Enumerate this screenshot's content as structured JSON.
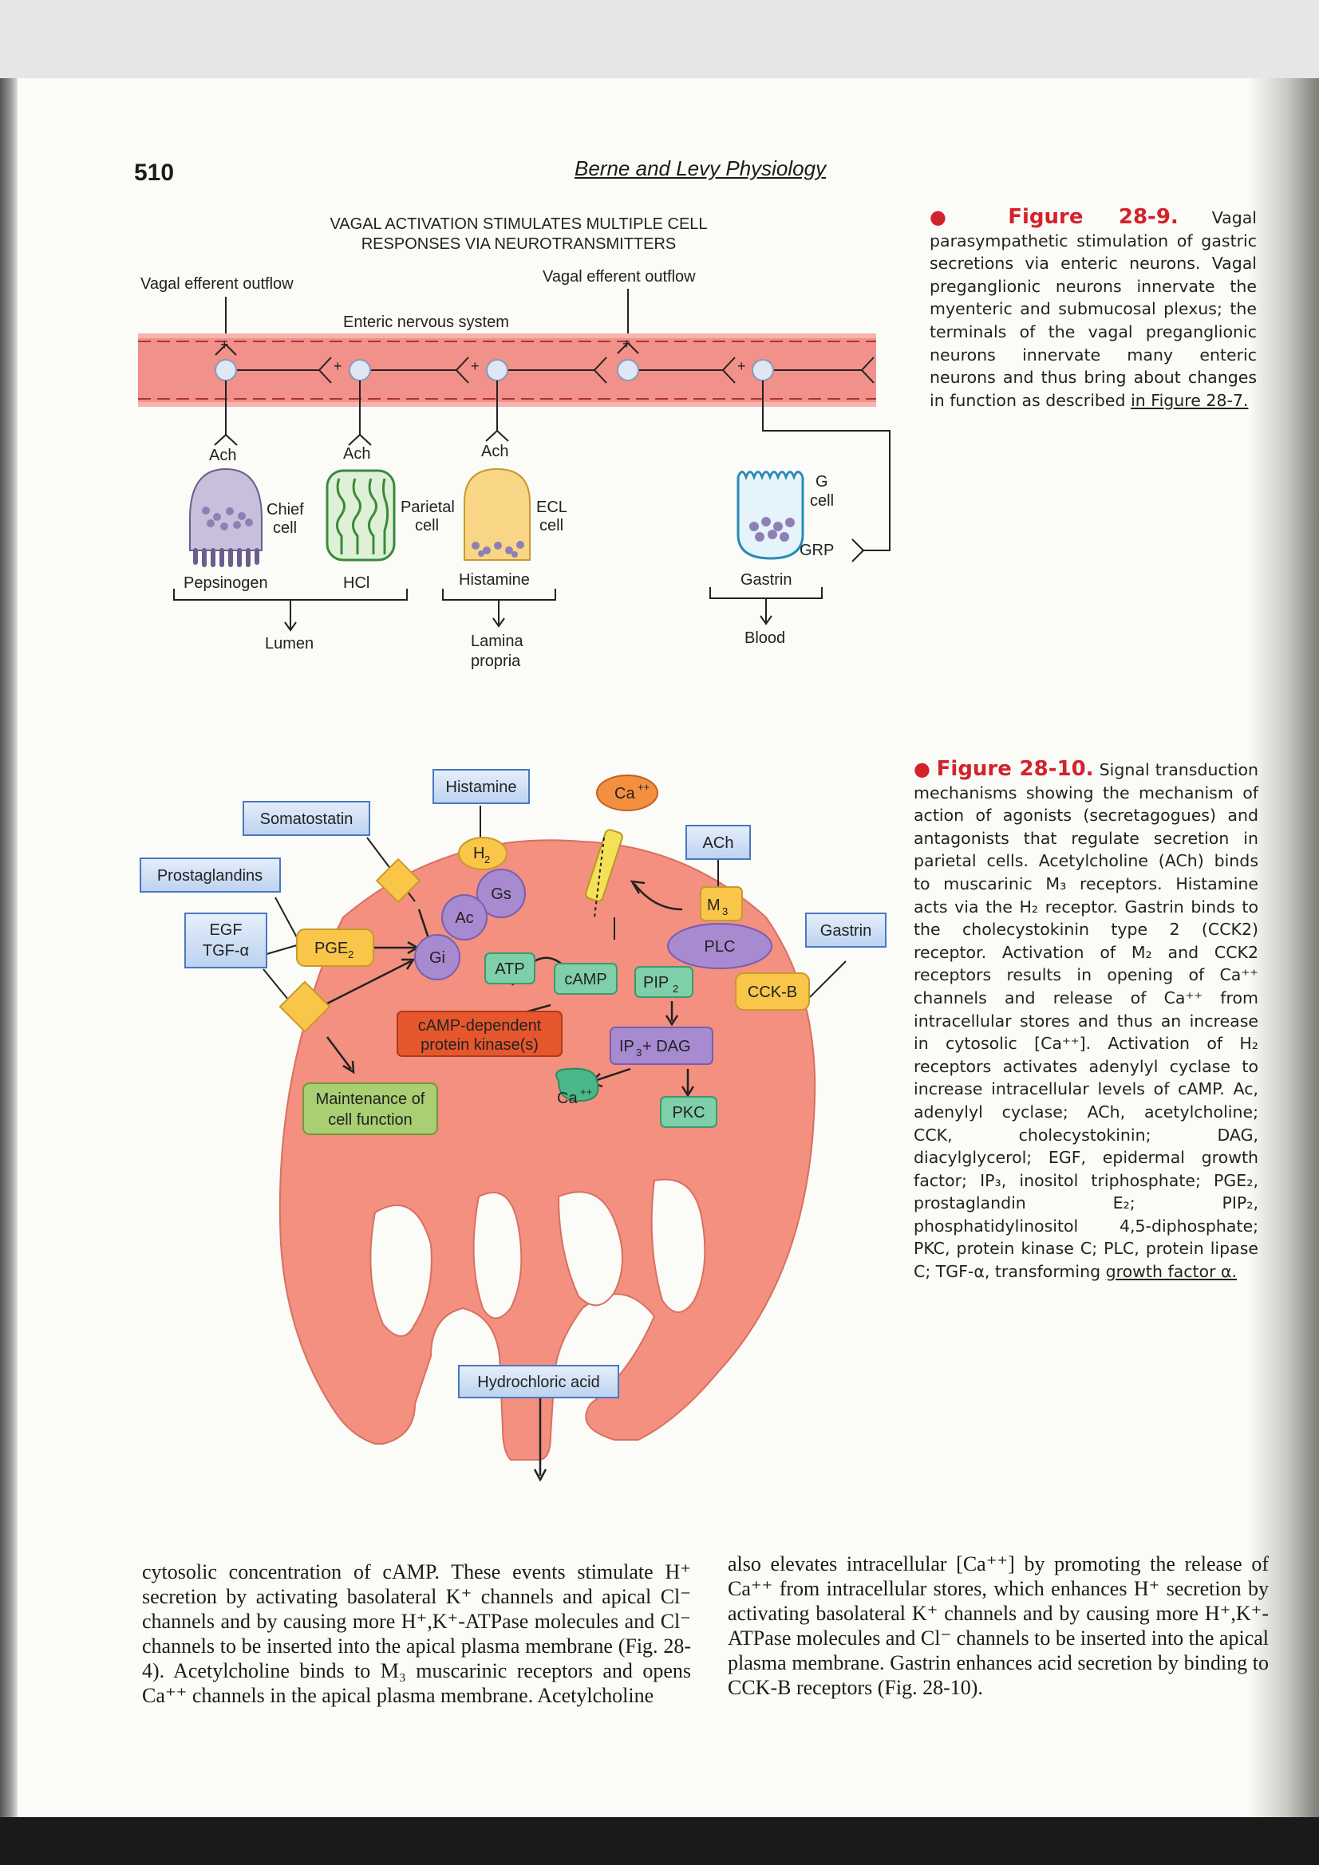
{
  "page": {
    "number": "510",
    "running_head": "Berne and Levy Physiology"
  },
  "figure_9": {
    "title_line1": "VAGAL ACTIVATION STIMULATES MULTIPLE CELL",
    "title_line2": "RESPONSES VIA NEUROTRANSMITTERS",
    "vagal_left": "Vagal efferent outflow",
    "vagal_right": "Vagal efferent outflow",
    "enteric": "Enteric nervous system",
    "ach": "Ach",
    "chief": "Chief",
    "parietal": "Parietal",
    "ecl": "ECL",
    "cell": "cell",
    "g": "G",
    "grp": "GRP",
    "pepsinogen": "Pepsinogen",
    "hcl": "HCl",
    "histamine": "Histamine",
    "gastrin": "Gastrin",
    "lumen": "Lumen",
    "lamina": "Lamina",
    "propria": "propria",
    "blood": "Blood",
    "plus": "+",
    "caption_label": "Figure 28-9.",
    "caption_text": "Vagal parasympathetic stimulation of gastric secretions via enteric neurons. Vagal preganglionic neurons innervate the myenteric and submucosal plexus; the terminals of the vagal preganglionic neurons innervate many enteric neurons and thus bring about changes in function as described",
    "caption_link": "in Figure 28-7."
  },
  "figure_10": {
    "histamine": "Histamine",
    "somatostatin": "Somatostatin",
    "prostaglandins": "Prostaglandins",
    "egf": "EGF",
    "tgf": "TGF-α",
    "ca": "Ca",
    "plusplus": "++",
    "ach": "ACh",
    "gastrin": "Gastrin",
    "h": "H",
    "two": "2",
    "three": "3",
    "m": "M",
    "gs": "Gs",
    "ac": "Ac",
    "gi": "Gi",
    "pge": "PGE",
    "atp": "ATP",
    "camp": "cAMP",
    "pip": "PIP",
    "plc": "PLC",
    "cckb": "CCK-B",
    "kinase_1": "cAMP-dependent",
    "kinase_2": "protein kinase(s)",
    "ip": "IP",
    "dag": " + DAG",
    "pkc": "PKC",
    "maint_1": "Maintenance of",
    "maint_2": "cell function",
    "hcl": "Hydrochloric acid",
    "caption_label": "Figure 28-10.",
    "caption_text": "Signal transduction mechanisms showing the mechanism of action of agonists (secretagogues) and antagonists that regulate secretion in parietal cells. Acetylcholine (ACh) binds to muscarinic M₃ receptors. Histamine acts via the H₂ receptor. Gastrin binds to the cholecystokinin type 2 (CCK2) receptor. Activation of M₂ and CCK2 receptors results in opening of Ca⁺⁺ channels and release of Ca⁺⁺ from intracellular stores and thus an increase in cytosolic [Ca⁺⁺]. Activation of H₂ receptors activates adenylyl cyclase to increase intracellular levels of cAMP. Ac, adenylyl cyclase; ACh, acetylcholine; CCK, cholecystokinin; DAG, diacylglycerol; EGF, epidermal growth factor; IP₃, inositol triphosphate; PGE₂, prostaglandin E₂; PIP₂, phosphatidylinositol 4,5-diphosphate; PKC, protein kinase C; PLC, protein lipase C; TGF-α, transforming",
    "caption_link": "growth factor α."
  },
  "body_text": {
    "left": "cytosolic concentration of cAMP. These events stimulate H⁺ secretion by activating basolateral K⁺ channels and apical Cl⁻ channels and by causing more H⁺,K⁺-ATPase molecules and Cl⁻ channels to be inserted into the apical plasma membrane (Fig. 28-4). Acetylcholine binds to M₃ muscarinic receptors and opens Ca⁺⁺ channels in the apical plasma membrane. Acetylcholine",
    "right": "also elevates intracellular [Ca⁺⁺] by promoting the release of Ca⁺⁺ from intracellular stores, which enhances H⁺ secretion by activating basolateral K⁺ channels and by causing more H⁺,K⁺-ATPase molecules and Cl⁻ channels to be inserted into the apical plasma membrane. Gastrin enhances acid secretion by binding to CCK-B receptors (Fig. 28-10)."
  }
}
